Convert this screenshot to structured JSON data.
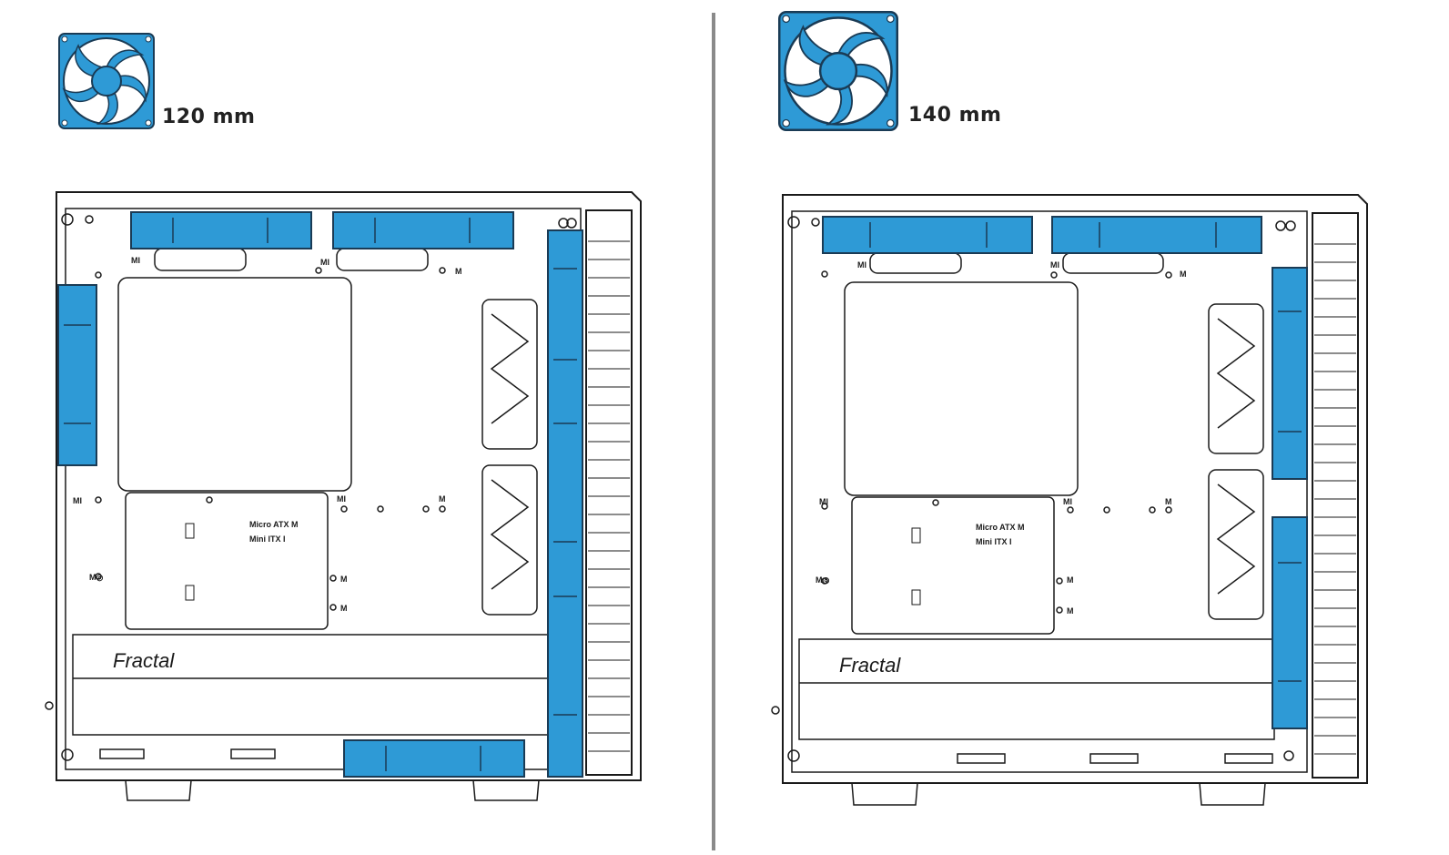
{
  "colors": {
    "fan_fill": "#2E9AD6",
    "fan_stroke": "#1A3B55",
    "line": "#1a1a1a",
    "divider": "#8a8a8a",
    "background": "#ffffff"
  },
  "left_panel": {
    "size_label": "120 mm",
    "brand_text": "Fractal",
    "board_labels": {
      "line1": "Micro  ATX  M",
      "line2": "Mini  ITX     I"
    },
    "mount_marks": {
      "m": "M",
      "mi": "MI",
      "mo": "M◎"
    }
  },
  "right_panel": {
    "size_label": "140 mm",
    "brand_text": "Fractal",
    "board_labels": {
      "line1": "Micro  ATX  M",
      "line2": "Mini  ITX     I"
    },
    "mount_marks": {
      "m": "M",
      "mi": "MI",
      "mo": "M◎"
    }
  }
}
